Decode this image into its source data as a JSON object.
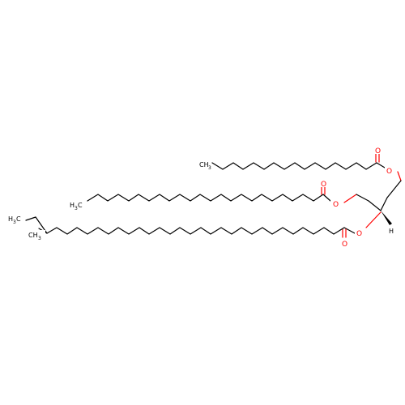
{
  "molecule": {
    "atoms": {
      "ester_oxygen_1": "O",
      "carbonyl_oxygen_1": "O",
      "ester_oxygen_2": "O",
      "carbonyl_oxygen_2": "O",
      "ester_oxygen_3": "O",
      "carbonyl_oxygen_3": "O",
      "stereo_hydrogen": "H",
      "terminal_methyl_1": "CH",
      "terminal_methyl_1_sub": "3",
      "terminal_methyl_2": "H",
      "terminal_methyl_2_h_sub": "3",
      "terminal_methyl_2_c": "C",
      "terminal_methyl_3": "H",
      "terminal_methyl_3_h_sub": "3",
      "terminal_methyl_3_c": "C",
      "branch_methyl": "CH",
      "branch_methyl_sub": "3"
    },
    "colors": {
      "oxygen": "#ff0000",
      "carbon": "#000000",
      "background": "#ffffff"
    }
  }
}
